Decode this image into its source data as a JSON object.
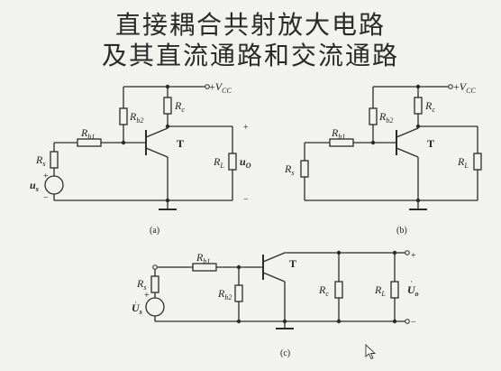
{
  "title_line1": "直接耦合共射放大电路",
  "title_line2": "及其直流通路和交流通路",
  "captions": {
    "a": "(a)",
    "b": "(b)",
    "c": "(c)"
  },
  "labels": {
    "R": "R",
    "b1": "b1",
    "b2": "b2",
    "c": "c",
    "s": "s",
    "L": "L",
    "T": "T",
    "vcc_plus": "+",
    "V": "V",
    "CC": "CC",
    "u": "u",
    "O": "O",
    "U": "U",
    "o": "o",
    "plus": "+",
    "minus": "−"
  },
  "colors": {
    "line": "#2b2b2b",
    "bg": "#f2f2ef"
  },
  "cursor_icon": "mouse-pointer-icon"
}
